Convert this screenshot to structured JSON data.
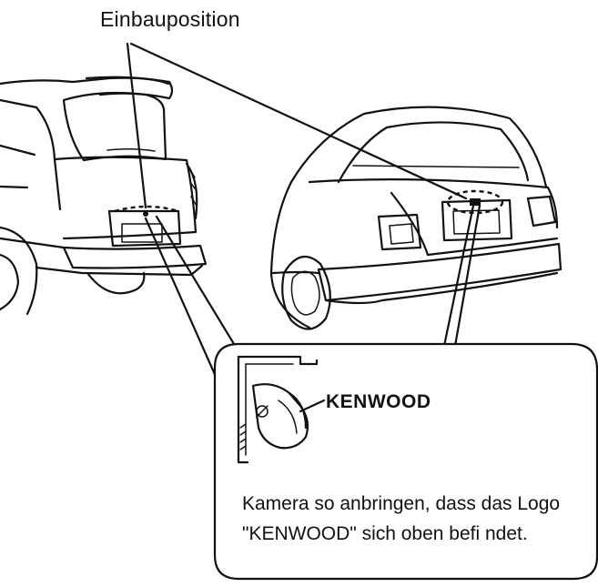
{
  "diagram": {
    "title": "Einbauposition",
    "brand_label": "KENWOOD",
    "note_line_1": "Kamera so anbringen, dass das Logo",
    "note_line_2": "\"KENWOOD\" sich oben befi ndet."
  }
}
